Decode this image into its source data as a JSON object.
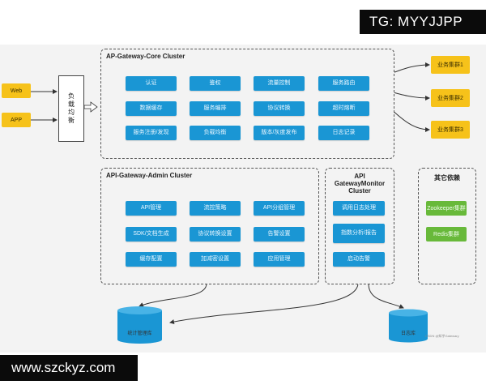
{
  "watermark_top": "TG: MYYJJPP",
  "watermark_bottom": "www.szckyz.com",
  "csdn_mark": "CSDN @知乎Gatewary",
  "clients": [
    "Web",
    "APP"
  ],
  "load_balancer": "负载均衡",
  "core": {
    "title": "AP-Gateway-Core Cluster",
    "items": [
      "认证",
      "鉴权",
      "流量控制",
      "服务路由",
      "数据缓存",
      "服务编排",
      "协议转换",
      "超时熔断",
      "服务注册/发现",
      "负载均衡",
      "版本/灰度发布",
      "日志记录"
    ]
  },
  "business_clusters": [
    "业务集群1",
    "业务集群2",
    "业务集群3"
  ],
  "admin": {
    "title": "API-Gateway-Admin Cluster",
    "items": [
      "API管理",
      "流控策略",
      "API分组管理",
      "SDK/文档生成",
      "协议转换设置",
      "告警设置",
      "缓存配置",
      "加减密设置",
      "应用管理"
    ]
  },
  "monitor": {
    "title": "API GatewayMonitor Cluster",
    "items": [
      "调用日志处理",
      "指数分析/报告",
      "启动告警"
    ]
  },
  "deps": {
    "title": "其它依赖",
    "items": [
      "Zookeeper集群",
      "Redis集群"
    ]
  },
  "databases": [
    "统计管理库",
    "日志库"
  ],
  "colors": {
    "module": "#1a96d4",
    "client": "#f6c21a",
    "dependency": "#68b93a"
  }
}
